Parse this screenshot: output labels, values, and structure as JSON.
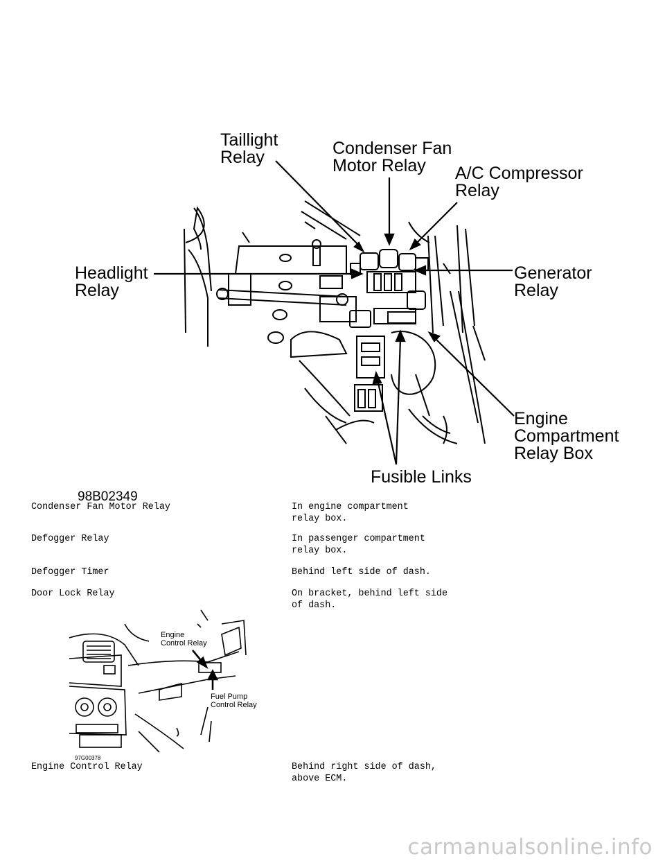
{
  "figure1": {
    "labels": {
      "taillight": "Taillight\nRelay",
      "condenser_fan": "Condenser Fan\nMotor Relay",
      "ac_compressor": "A/C Compressor\nRelay",
      "headlight": "Headlight\nRelay",
      "generator": "Generator\nRelay",
      "engine_box": "Engine\nCompartment\nRelay Box",
      "fusible_links": "Fusible Links"
    },
    "code": "98B02349"
  },
  "entries": [
    {
      "name": "Condenser Fan Motor Relay",
      "location": "In engine compartment\nrelay box."
    },
    {
      "name": "Defogger Relay",
      "location": "In passenger compartment\nrelay box."
    },
    {
      "name": "Defogger Timer",
      "location": "Behind left side of dash."
    },
    {
      "name": "Door Lock Relay",
      "location": "On bracket, behind left side\nof dash."
    },
    {
      "name": "Engine Control Relay",
      "location": "Behind right side of dash,\nabove ECM."
    }
  ],
  "figure2": {
    "labels": {
      "engine_control": "Engine\nControl Relay",
      "fuel_pump": "Fuel Pump\nControl Relay"
    },
    "code": "97G00378"
  },
  "watermark": "carmanualsonline.info"
}
